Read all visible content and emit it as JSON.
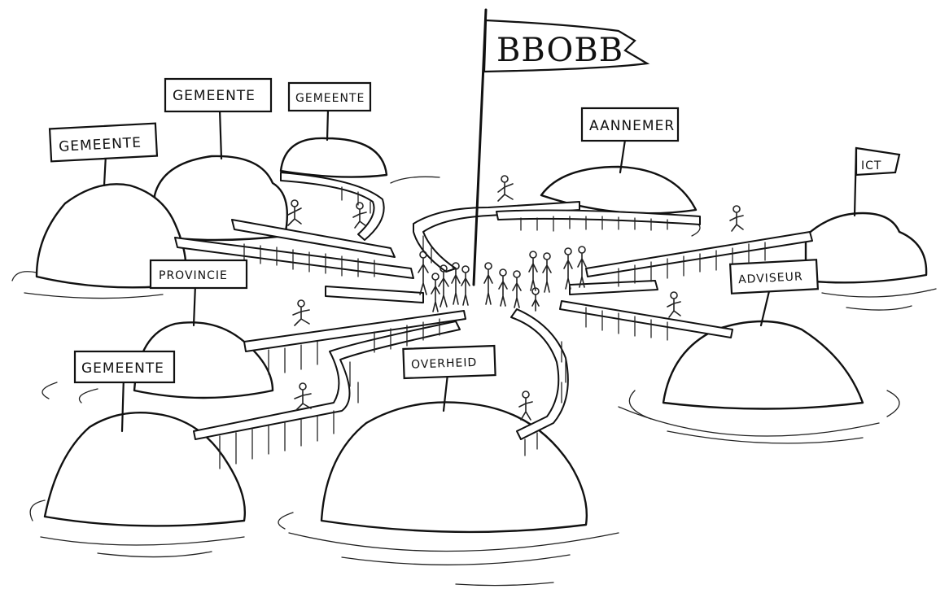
{
  "flag": {
    "text": "BBOBB"
  },
  "islands": [
    {
      "id": "gemeente-1",
      "label": "GEMEENTE"
    },
    {
      "id": "gemeente-2",
      "label": "GEMEENTE"
    },
    {
      "id": "gemeente-3",
      "label": "GEMEENTE"
    },
    {
      "id": "aannemer",
      "label": "AANNEMER"
    },
    {
      "id": "ict",
      "label": "ICT"
    },
    {
      "id": "provincie",
      "label": "PROVINCIE"
    },
    {
      "id": "adviseur",
      "label": "ADVISEUR"
    },
    {
      "id": "gemeente-4",
      "label": "GEMEENTE"
    },
    {
      "id": "overheid",
      "label": "OVERHEID"
    }
  ]
}
